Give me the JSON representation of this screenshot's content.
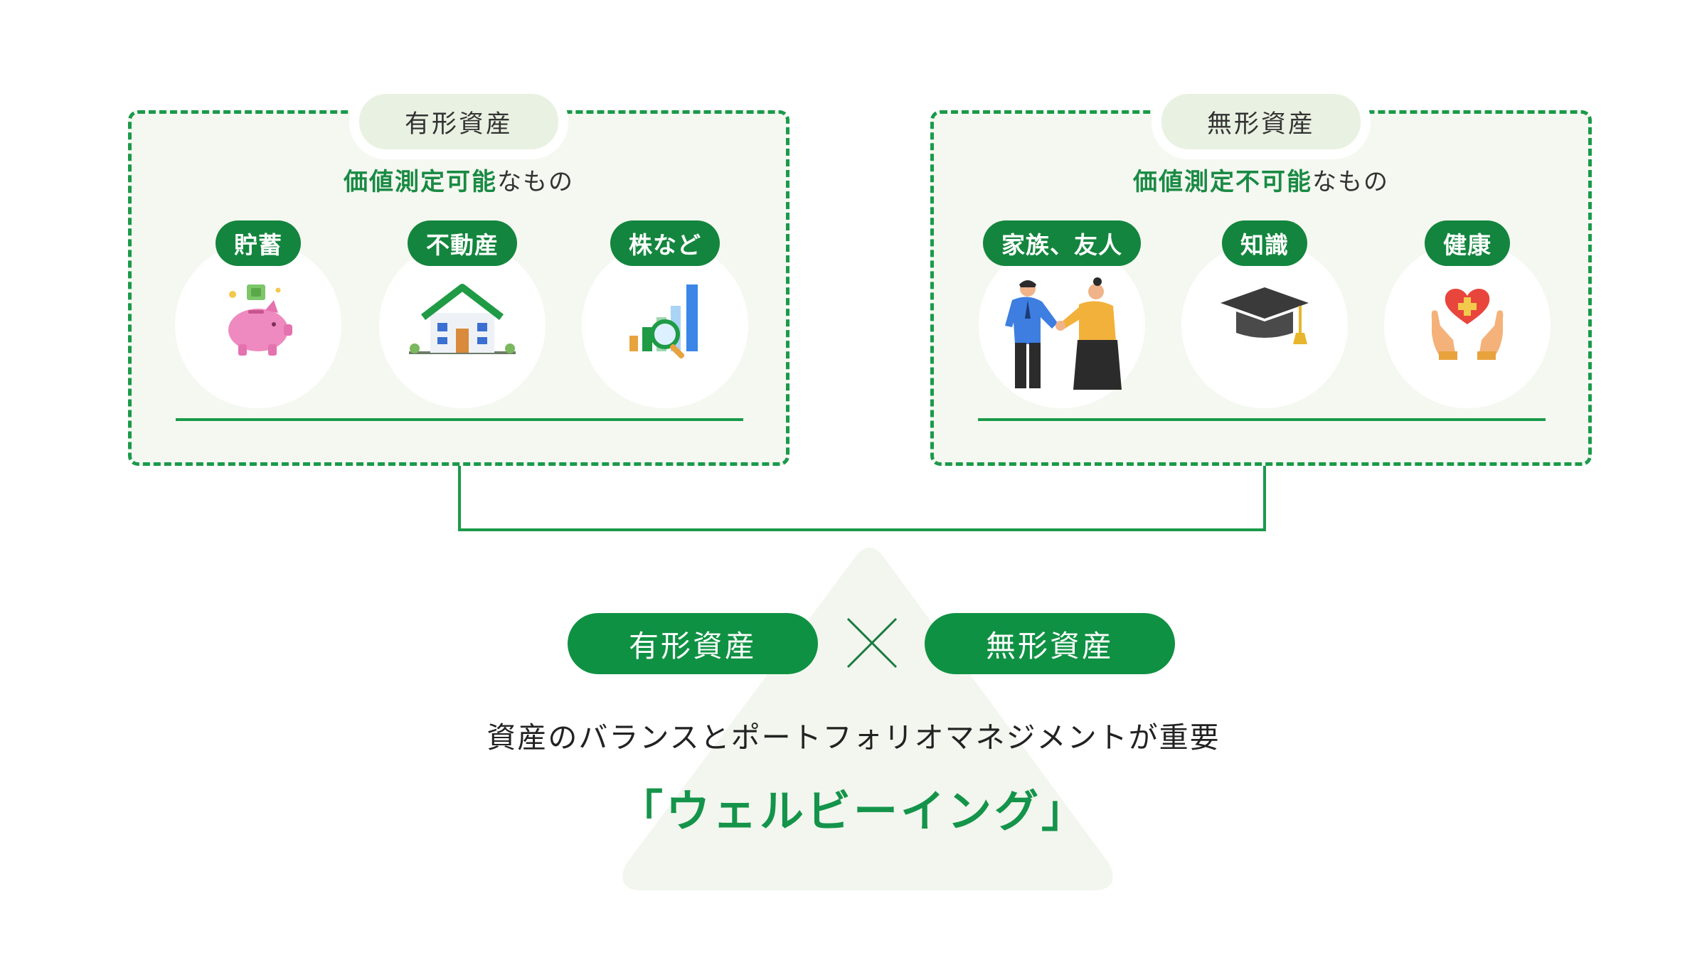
{
  "left_panel": {
    "tag": "有形資産",
    "subtitle_emphasis": "価値測定可能",
    "subtitle_rest": "なもの",
    "items": [
      {
        "label": "貯蓄",
        "icon": "piggy-bank-icon"
      },
      {
        "label": "不動産",
        "icon": "house-icon"
      },
      {
        "label": "株など",
        "icon": "stock-chart-icon"
      }
    ]
  },
  "right_panel": {
    "tag": "無形資産",
    "subtitle_emphasis": "価値測定不可能",
    "subtitle_rest": "なもの",
    "items": [
      {
        "label": "家族、友人",
        "icon": "handshake-people-icon"
      },
      {
        "label": "知識",
        "icon": "graduation-cap-icon"
      },
      {
        "label": "健康",
        "icon": "heart-hands-icon"
      }
    ]
  },
  "bottom": {
    "left_pill": "有形資産",
    "right_pill": "無形資産",
    "multiply_icon": "cross-icon",
    "statement": "資産のバランスとポートフォリオマネジメントが重要",
    "title": "「ウェルビーイング」"
  },
  "colors": {
    "primary_green": "#0f9143",
    "dashed_border": "#1a9a4a",
    "panel_bg": "#f5f8f1",
    "tag_bg": "#e9f2e2",
    "triangle_bg": "#f2f6ee"
  }
}
